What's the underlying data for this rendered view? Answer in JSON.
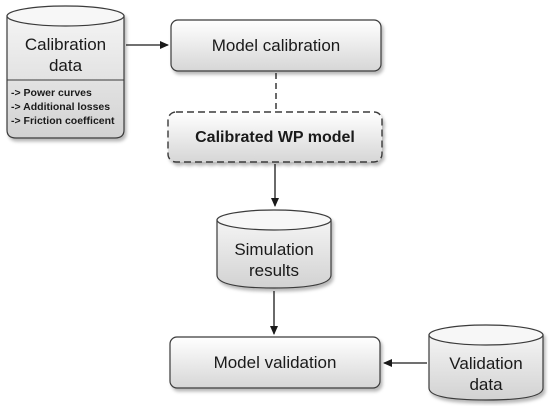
{
  "nodes": {
    "calibration_data": {
      "line1": "Calibration",
      "line2": "data",
      "notes": [
        "-> Power curves",
        "-> Additional losses",
        "-> Friction coefficent"
      ]
    },
    "model_calibration": {
      "label": "Model calibration"
    },
    "calibrated_model": {
      "label": "Calibrated WP model"
    },
    "simulation_results": {
      "line1": "Simulation",
      "line2": "results"
    },
    "model_validation": {
      "label": "Model validation"
    },
    "validation_data": {
      "line1": "Validation",
      "line2": "data"
    }
  },
  "colors": {
    "box_fill_top": "#ffffff",
    "box_fill_bottom": "#d9d9d9",
    "stroke": "#3a3a3a",
    "arrow": "#1a1a1a"
  }
}
